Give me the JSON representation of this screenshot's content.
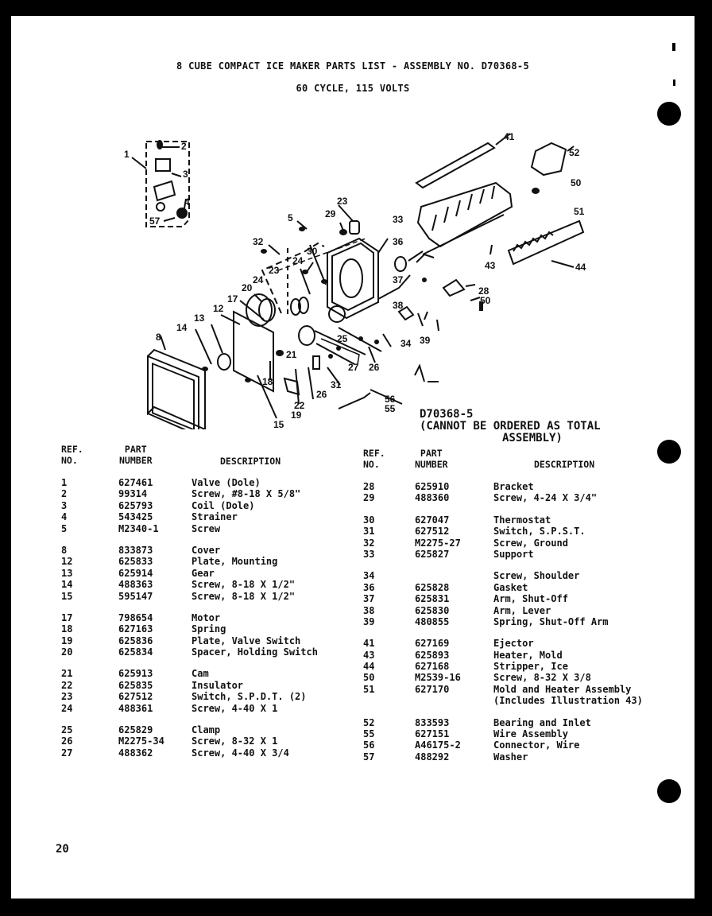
{
  "document": {
    "title": "8 CUBE COMPACT ICE MAKER PARTS LIST - ASSEMBLY NO. D70368-5",
    "subtitle": "60 CYCLE, 115 VOLTS",
    "assembly_note": {
      "line1": "D70368-5",
      "line2": "(CANNOT BE ORDERED AS TOTAL",
      "line3": "ASSEMBLY)"
    },
    "page_number": "20"
  },
  "table_headers": {
    "ref_line1": "REF.",
    "ref_line2": "NO.",
    "part_line1": "PART",
    "part_line2": "NUMBER",
    "description": "DESCRIPTION"
  },
  "parts_left": {
    "group1": [
      {
        "ref": "1",
        "part": "627461",
        "desc": "Valve (Dole)"
      },
      {
        "ref": "2",
        "part": "99314",
        "desc": "Screw, #8-18 X 5/8\""
      },
      {
        "ref": "3",
        "part": "625793",
        "desc": "Coil (Dole)"
      },
      {
        "ref": "4",
        "part": "543425",
        "desc": "Strainer"
      },
      {
        "ref": "5",
        "part": "M2340-1",
        "desc": "Screw"
      }
    ],
    "group2": [
      {
        "ref": "8",
        "part": "833873",
        "desc": "Cover"
      },
      {
        "ref": "12",
        "part": "625833",
        "desc": "Plate, Mounting"
      },
      {
        "ref": "13",
        "part": "625914",
        "desc": "Gear"
      },
      {
        "ref": "14",
        "part": "488363",
        "desc": "Screw, 8-18 X 1/2\""
      },
      {
        "ref": "15",
        "part": "595147",
        "desc": "Screw, 8-18 X 1/2\""
      }
    ],
    "group3": [
      {
        "ref": "17",
        "part": "798654",
        "desc": "Motor"
      },
      {
        "ref": "18",
        "part": "627163",
        "desc": "Spring"
      },
      {
        "ref": "19",
        "part": "625836",
        "desc": "Plate, Valve Switch"
      },
      {
        "ref": "20",
        "part": "625834",
        "desc": "Spacer, Holding Switch"
      }
    ],
    "group4": [
      {
        "ref": "21",
        "part": "625913",
        "desc": "Cam"
      },
      {
        "ref": "22",
        "part": "625835",
        "desc": "Insulator"
      },
      {
        "ref": "23",
        "part": "627512",
        "desc": "Switch, S.P.D.T. (2)"
      },
      {
        "ref": "24",
        "part": "488361",
        "desc": "Screw, 4-40 X 1"
      }
    ],
    "group5": [
      {
        "ref": "25",
        "part": "625829",
        "desc": "Clamp"
      },
      {
        "ref": "26",
        "part": "M2275-34",
        "desc": "Screw, 8-32 X 1"
      },
      {
        "ref": "27",
        "part": "488362",
        "desc": "Screw, 4-40 X 3/4"
      }
    ]
  },
  "parts_right": {
    "group1": [
      {
        "ref": "28",
        "part": "625910",
        "desc": "Bracket"
      },
      {
        "ref": "29",
        "part": "488360",
        "desc": "Screw, 4-24 X 3/4\""
      }
    ],
    "group2": [
      {
        "ref": "30",
        "part": "627047",
        "desc": "Thermostat"
      },
      {
        "ref": "31",
        "part": "627512",
        "desc": "Switch, S.P.S.T."
      },
      {
        "ref": "32",
        "part": "M2275-27",
        "desc": "Screw, Ground"
      },
      {
        "ref": "33",
        "part": "625827",
        "desc": "Support"
      }
    ],
    "group3": [
      {
        "ref": "34",
        "part": "",
        "desc": "Screw, Shoulder"
      },
      {
        "ref": "36",
        "part": "625828",
        "desc": "Gasket"
      },
      {
        "ref": "37",
        "part": "625831",
        "desc": "Arm, Shut-Off"
      },
      {
        "ref": "38",
        "part": "625830",
        "desc": "Arm, Lever"
      },
      {
        "ref": "39",
        "part": "480855",
        "desc": "Spring, Shut-Off Arm"
      }
    ],
    "group4": [
      {
        "ref": "41",
        "part": "627169",
        "desc": "Ejector"
      },
      {
        "ref": "43",
        "part": "625893",
        "desc": "Heater, Mold"
      },
      {
        "ref": "44",
        "part": "627168",
        "desc": "Stripper, Ice"
      },
      {
        "ref": "50",
        "part": "M2539-16",
        "desc": "Screw, 8-32 X 3/8"
      },
      {
        "ref": "51",
        "part": "627170",
        "desc": "Mold and Heater Assembly"
      },
      {
        "ref": "",
        "part": "",
        "desc": "(Includes Illustration 43)"
      }
    ],
    "group5": [
      {
        "ref": "52",
        "part": "833593",
        "desc": "Bearing and Inlet"
      },
      {
        "ref": "55",
        "part": "627151",
        "desc": "Wire Assembly"
      },
      {
        "ref": "56",
        "part": "A46175-2",
        "desc": "Connector, Wire"
      },
      {
        "ref": "57",
        "part": "488292",
        "desc": "Washer"
      }
    ]
  },
  "diagram_callouts": [
    "1",
    "2",
    "3",
    "4",
    "57",
    "5",
    "8",
    "12",
    "13",
    "14",
    "15",
    "17",
    "18",
    "19",
    "20",
    "21",
    "22",
    "23",
    "24",
    "25",
    "26",
    "27",
    "28",
    "29",
    "30",
    "31",
    "32",
    "33",
    "34",
    "36",
    "37",
    "38",
    "39",
    "41",
    "43",
    "44",
    "50",
    "51",
    "52",
    "55",
    "56"
  ]
}
